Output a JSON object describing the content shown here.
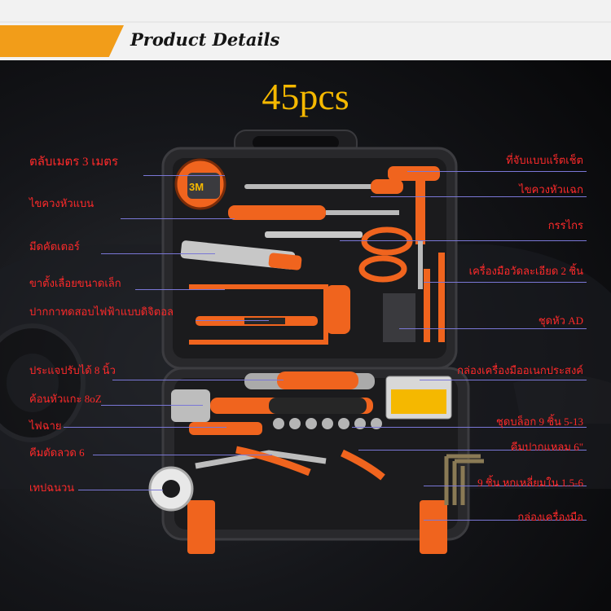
{
  "header": {
    "title": "Product Details"
  },
  "headline": "45pcs",
  "colors": {
    "accent": "#f29d19",
    "headline": "#f5b800",
    "label_text": "#ff2a2a",
    "leader_line": "#7a77d6",
    "tool_orange": "#f0641e"
  },
  "labels_left": [
    "ตลับเมตร 3 เมตร",
    "ไขควงหัวแบน",
    "มีดคัตเตอร์",
    "ขาตั้งเลื่อยขนาดเล็ก",
    "ปากกาทดสอบไฟฟ้าแบบดิจิตอล",
    "ประแจปรับได้ 8 นิ้ว",
    "ค้อนหัวแกะ 8oZ",
    "ไฟฉาย",
    "คีมตัดลวด 6",
    "เทปฉนวน"
  ],
  "labels_right": [
    "ที่จับแบบแร็ตเช็ต",
    "ไขควงหัวแฉก",
    "กรรไกร",
    "เครื่องมือวัดละเอียด 2 ชิ้น",
    "ชุดหัว AD",
    "กล่องเครื่องมืออเนกประสงค์",
    "ชุดบล็อก 9 ชิ้น 5-13",
    "คีมปากแหลม 6\"",
    "9 ชิ้น หกเหลี่ยมใน 1.5-6",
    "กล่องเครื่องมือ"
  ],
  "tape_print": "3M"
}
